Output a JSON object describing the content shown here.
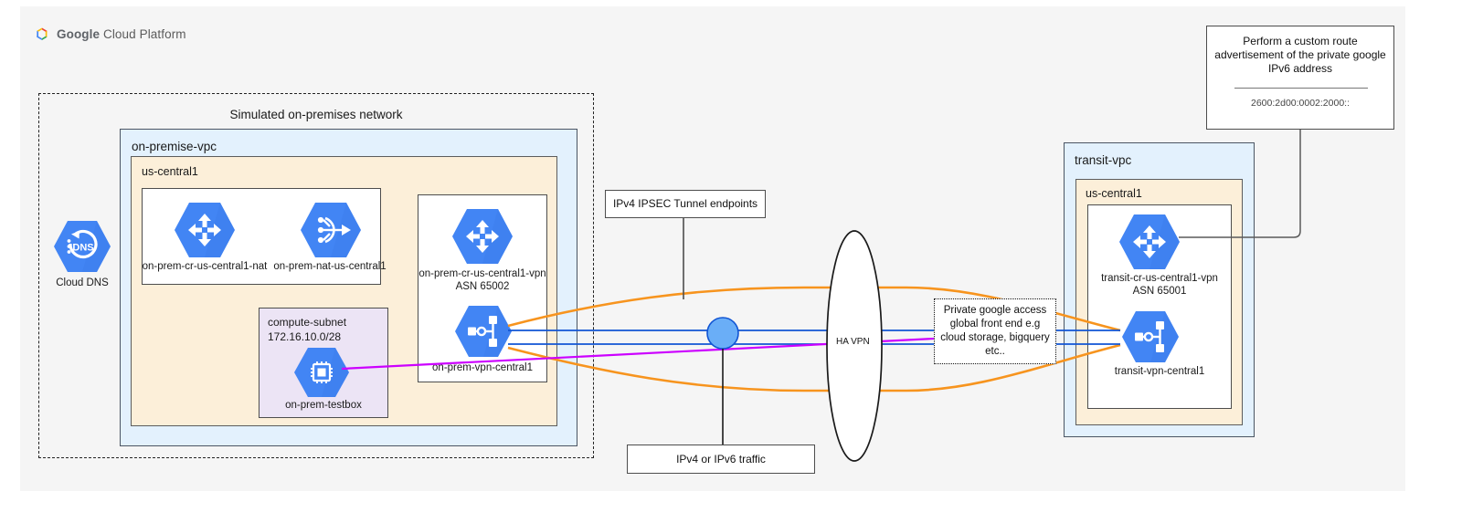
{
  "brand": {
    "name_google": "Google",
    "name_rest": "Cloud Platform",
    "logo_icon": "google-cloud-logo"
  },
  "onprem": {
    "outer_title": "Simulated on-premises network",
    "vpc_title": "on-premise-vpc",
    "region_title": "us-central1",
    "dns": {
      "label": "Cloud DNS",
      "icon": "cloud-dns-icon"
    },
    "router_nat_group": {
      "router": {
        "label": "on-prem-cr-us-central1-nat",
        "icon": "cloud-router-icon"
      },
      "nat": {
        "label": "on-prem-nat-us-central1",
        "icon": "cloud-nat-icon"
      }
    },
    "subnet": {
      "title_line1": "compute-subnet",
      "title_line2": "172.16.10.0/28",
      "vm": {
        "label": "on-prem-testbox",
        "icon": "compute-vm-icon"
      }
    },
    "vpn_group": {
      "router": {
        "label_line1": "on-prem-cr-us-central1-vpn",
        "label_line2": "ASN 65002",
        "icon": "cloud-router-icon"
      },
      "gateway": {
        "label": "on-prem-vpn-central1",
        "icon": "vpn-gateway-icon"
      }
    }
  },
  "transit": {
    "vpc_title": "transit-vpc",
    "region_title": "us-central1",
    "router": {
      "label_line1": "transit-cr-us-central1-vpn",
      "label_line2": "ASN 65001",
      "icon": "cloud-router-icon"
    },
    "gateway": {
      "label": "transit-vpn-central1",
      "icon": "vpn-gateway-icon"
    }
  },
  "callouts": {
    "ipsec_endpoints": "IPv4 IPSEC Tunnel endpoints",
    "traffic": "IPv4 or IPv6 traffic",
    "custom_route": {
      "line1": "Perform a custom route",
      "line2": "advertisement of the private google",
      "line3": "IPv6 address",
      "address": "2600:2d00:0002:2000::"
    },
    "private_google_access": {
      "line1": "Private google access",
      "line2": "global front end e.g",
      "line3": "cloud storage, bigquery",
      "line4": "etc.."
    }
  },
  "ha_vpn": {
    "label": "HA VPN",
    "shape": "ellipse"
  },
  "colors": {
    "canvas": "#f5f5f5",
    "vpc_fill": "#e3f1fd",
    "region_fill": "#fcefd9",
    "subnet_fill": "#ece4f5",
    "gcp_blue": "#4285f4",
    "tunnel_orange": "#f7941e",
    "traffic_blue": "#1155d4",
    "traffic_purple": "#cc00ff",
    "endpoint_circle": "#6aaef7",
    "border_dark": "#4d4d4d"
  }
}
